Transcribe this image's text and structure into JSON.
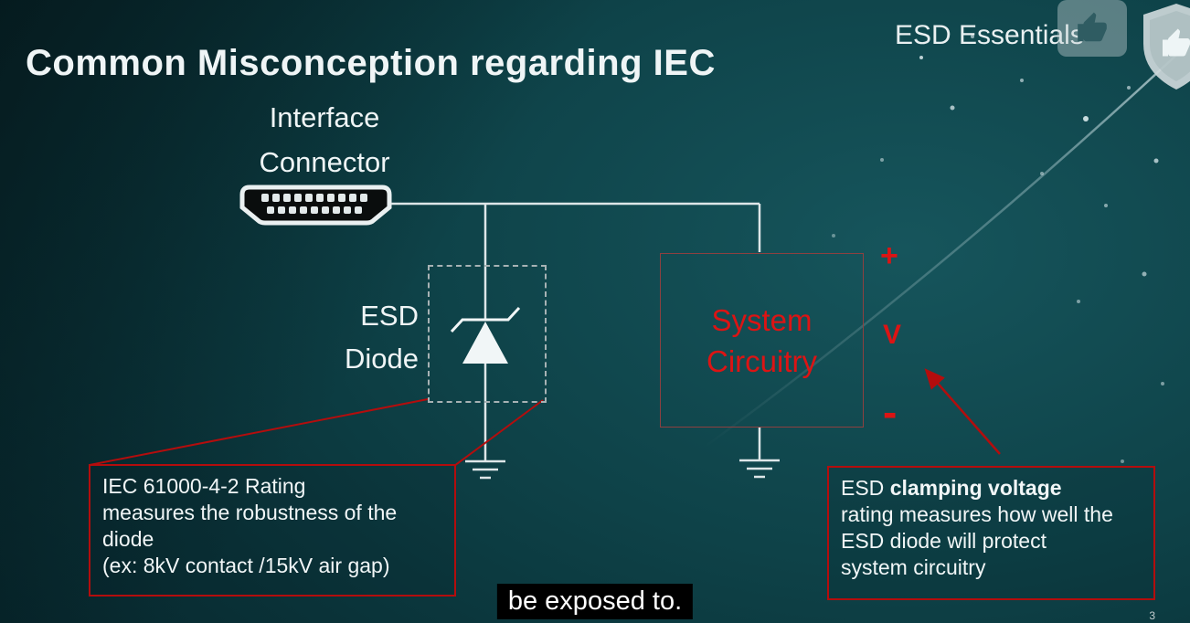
{
  "header": {
    "title": "Common Misconception regarding IEC",
    "brand": "ESD Essentials"
  },
  "diagram": {
    "connector_label": [
      "Interface",
      "Connector"
    ],
    "esd_diode_label": [
      "ESD",
      "Diode"
    ],
    "system_box_label": [
      "System",
      "Circuitry"
    ],
    "plus_label": "+",
    "v_label": "V",
    "minus_label": "-"
  },
  "callouts": {
    "iec_rating_lines": [
      "IEC 61000-4-2 Rating",
      "measures the robustness of the",
      "diode",
      "(ex: 8kV contact /15kV air gap)"
    ],
    "clamping_prefix": "ESD ",
    "clamping_bold": "clamping voltage",
    "clamping_lines": [
      "rating measures how well the",
      "ESD diode will protect",
      "system circuitry"
    ]
  },
  "caption": {
    "text": "be exposed to."
  },
  "footer": {
    "page_number": "3"
  },
  "icons": {
    "like": "thumbs-up-icon",
    "logo": "shield-icon",
    "connector": "hdmi-connector-icon"
  },
  "colors": {
    "accent_red": "#b40d0d",
    "diagram_text_red": "#dc1414",
    "wire_white": "#dde6e8",
    "background_teal": "#0e4248",
    "caption_bg": "#000000",
    "caption_text": "#ffffff"
  }
}
